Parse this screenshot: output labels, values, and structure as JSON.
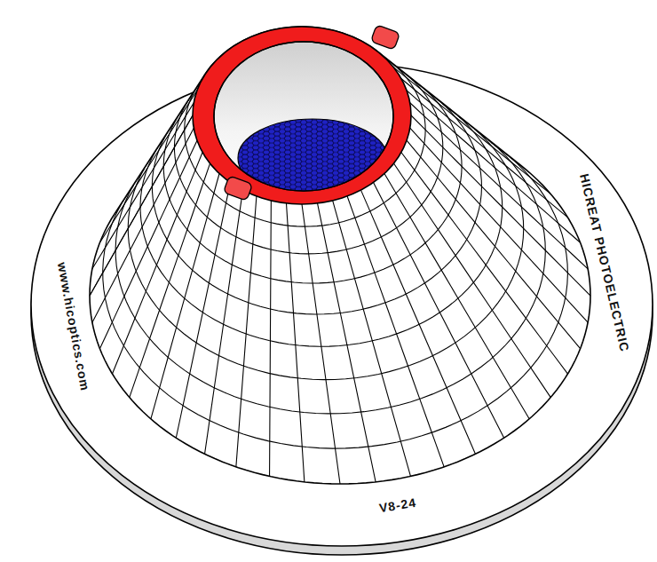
{
  "diagram": {
    "labels": [
      "www.hicoptics.com",
      "HICREAT PHOTOELECTRIC",
      "V8-24"
    ]
  }
}
